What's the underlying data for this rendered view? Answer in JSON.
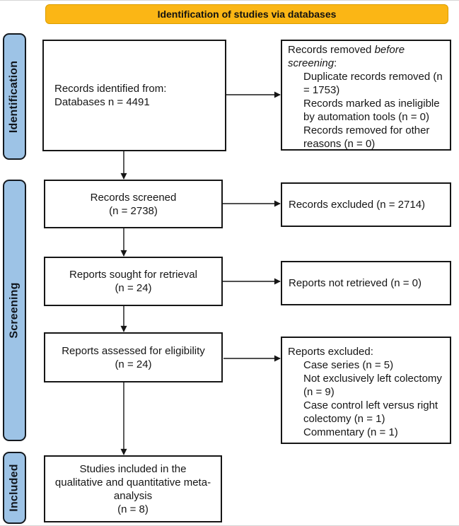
{
  "banner": {
    "label": "Identification of studies via databases"
  },
  "stages": [
    {
      "label": "Identification"
    },
    {
      "label": "Screening"
    },
    {
      "label": "Included"
    }
  ],
  "boxes": {
    "identified": {
      "lines": [
        "Records identified from:",
        "Databases n = 4491"
      ]
    },
    "removed_before_screening": {
      "title_prefix": "Records removed ",
      "title_italic": "before screening",
      "title_suffix": ":",
      "items": [
        "Duplicate records removed (n = 1753)",
        "Records marked as ineligible by automation tools (n = 0)",
        "Records removed for other reasons (n = 0)"
      ]
    },
    "screened": {
      "lines": [
        "Records screened",
        "(n = 2738)"
      ]
    },
    "records_excluded": {
      "label": "Records excluded (n = 2714)"
    },
    "sought": {
      "lines": [
        "Reports sought for retrieval",
        "(n = 24)"
      ]
    },
    "not_retrieved": {
      "label": "Reports not retrieved (n = 0)"
    },
    "assessed": {
      "lines": [
        "Reports assessed for eligibility",
        "(n = 24)"
      ]
    },
    "reports_excluded": {
      "title": "Reports excluded:",
      "items": [
        "Case series (n = 5)",
        "Not exclusively left colectomy (n = 9)",
        "Case control left versus right colectomy (n = 1)",
        "Commentary (n = 1)"
      ]
    },
    "included": {
      "lines": [
        "Studies included in the",
        "qualitative and quantitative meta-",
        "analysis",
        "(n = 8)"
      ]
    }
  },
  "colors": {
    "banner_fill": "#FBB615",
    "banner_border": "#DB9E00",
    "stage_fill": "#9DC3E6",
    "stage_border": "#14191F",
    "box_border": "#161616",
    "text": "#161616"
  }
}
